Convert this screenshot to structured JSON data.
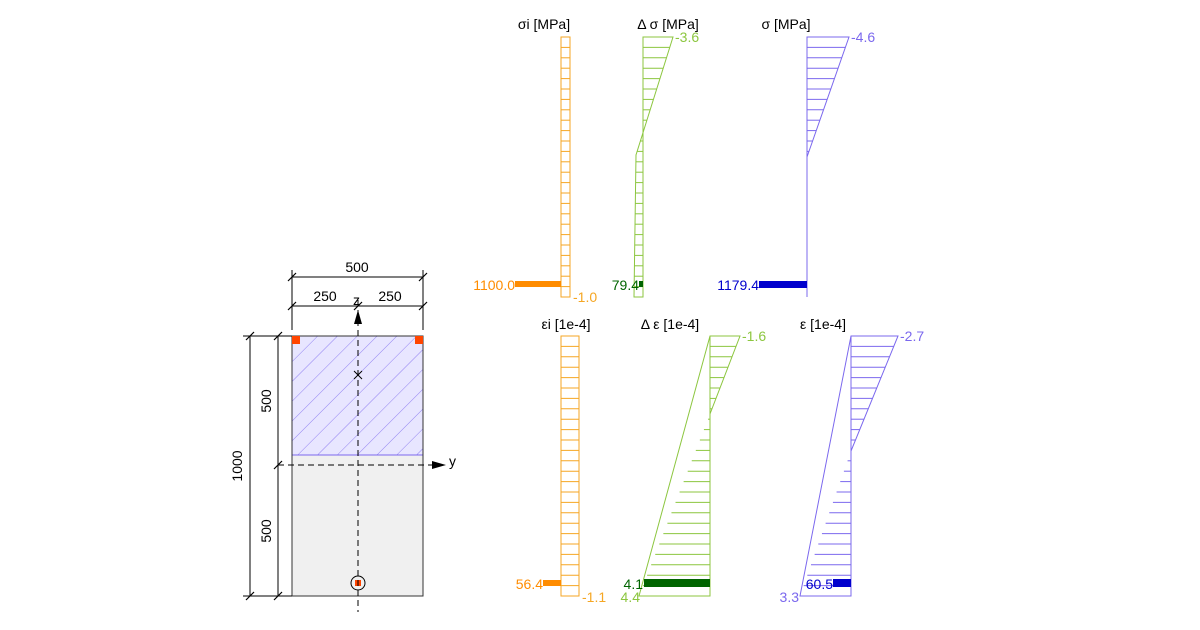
{
  "colors": {
    "initial": "#f5a623",
    "initial_dark": "#ff8c00",
    "delta": "#8cc63f",
    "delta_dark": "#006400",
    "total": "#7b68ee",
    "total_dark": "#0000cd",
    "reinforcement": "#ff4500",
    "section_fill": "#f0f0f0",
    "hatch_fill": "#e8e6ff"
  },
  "section": {
    "dim_total_width": "500",
    "dim_half_left": "250",
    "dim_half_right": "250",
    "dim_total_height": "1000",
    "dim_upper_height": "500",
    "dim_lower_height": "500",
    "axis_z": "z",
    "axis_y": "y"
  },
  "diagrams": {
    "stress_initial": {
      "title": "σi [MPa]",
      "top_value": "",
      "bottom_value": "-1.0",
      "bar_value": "1100.0"
    },
    "stress_delta": {
      "title": "Δ σ [MPa]",
      "top_value": "-3.6",
      "bottom_value": "",
      "bar_value": "79.4"
    },
    "stress_total": {
      "title": "σ [MPa]",
      "top_value": "-4.6",
      "bottom_value": "",
      "bar_value": "1179.4"
    },
    "strain_initial": {
      "title": "εi [1e-4]",
      "top_value": "",
      "bottom_value": "-1.1",
      "bar_value": "56.4"
    },
    "strain_delta": {
      "title": "Δ ε [1e-4]",
      "top_value": "-1.6",
      "bottom_value": "4.4",
      "bar_value": "4.1"
    },
    "strain_total": {
      "title": "ε [1e-4]",
      "top_value": "-2.7",
      "bottom_value": "3.3",
      "bar_value": "60.5"
    }
  }
}
